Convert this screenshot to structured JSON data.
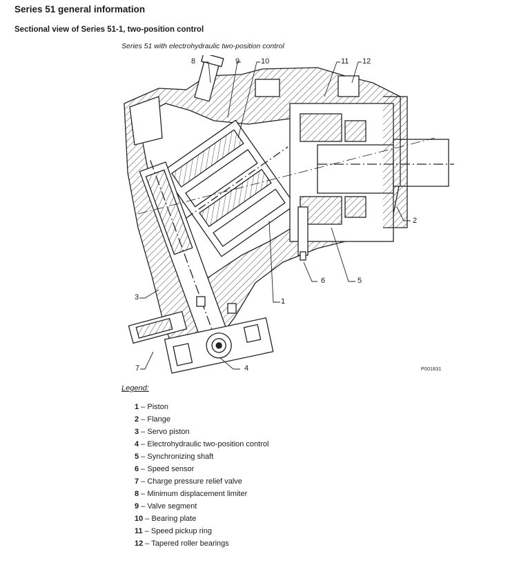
{
  "header": {
    "title": "Series 51 general information",
    "section": "Sectional view of Series 51-1, two-position control"
  },
  "figure": {
    "caption": "Series 51 with electrohydraulic two-position control",
    "figure_id": "P001831",
    "callouts": [
      "1",
      "2",
      "3",
      "4",
      "5",
      "6",
      "7",
      "8",
      "9",
      "10",
      "11",
      "12"
    ]
  },
  "legend": {
    "title": "Legend:",
    "items": [
      {
        "num": "1",
        "text": "Piston"
      },
      {
        "num": "2",
        "text": "Flange"
      },
      {
        "num": "3",
        "text": "Servo piston"
      },
      {
        "num": "4",
        "text": "Electrohydraulic two-position control"
      },
      {
        "num": "5",
        "text": "Synchronizing shaft"
      },
      {
        "num": "6",
        "text": "Speed sensor"
      },
      {
        "num": "7",
        "text": "Charge pressure relief valve"
      },
      {
        "num": "8",
        "text": "Minimum displacement limiter"
      },
      {
        "num": "9",
        "text": "Valve segment"
      },
      {
        "num": "10",
        "text": "Bearing plate"
      },
      {
        "num": "11",
        "text": "Speed pickup ring"
      },
      {
        "num": "12",
        "text": "Tapered roller bearings"
      }
    ]
  }
}
